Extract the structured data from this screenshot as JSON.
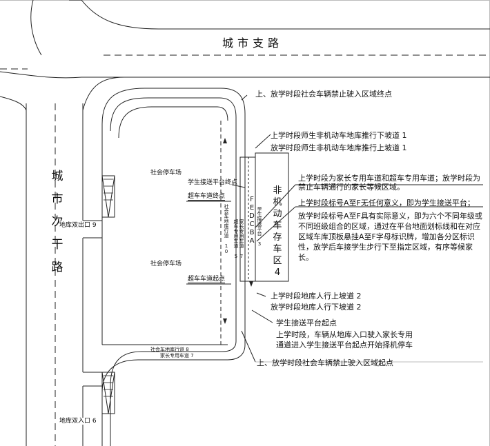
{
  "roads": {
    "branch": "城市支路",
    "secondary": "城市次干路"
  },
  "entrances": {
    "exit9": "地库双出口 9",
    "entry6": "地库双入口 6"
  },
  "parking": {
    "social_top": "社会停车场",
    "social_bottom": "社会停车场"
  },
  "lanes": {
    "overtake_end": "超车车道终点",
    "overtake_start": "超车车道起点",
    "lane_social_exit": "社会车地库行道 10",
    "lane_parent_entry": "社会车地库行道 8",
    "lane_parent_note": "家长专用车道 7",
    "lane_overtake_v": "社会车地库行道 10",
    "lane_parent_v": "超车专用车道 5",
    "lane_parent2_v": "家长专用车道 7",
    "platform_v": "学生接送平台 3"
  },
  "zone_letters": [
    "F",
    "E",
    "D",
    "C",
    "B",
    "A"
  ],
  "nonmotor_zone": "非机动车存车区 4",
  "annotations": {
    "social_ban_end": "上、放学时段社会车辆禁止驶入区域终点",
    "ramp_down_1": "上学时段师生非机动车地库推行下坡道 1",
    "ramp_up_1": "放学时段师生非机动车地库推行上坡道 1",
    "platform_end": "学生接送平台终点",
    "parent_lane_text": "上学时段为家长专用车道和超车专用车道；放学时段为禁止车辆通行的家长等候区域。",
    "letters_text": "上学时段标号A至F无任何意义，即为学生接送平台；",
    "after_school_text": "放学时段标号A至F具有实际意义，即为六个不同年级或不同班级组合的区域，通过在平台地面划标线和在对应区域车库顶板悬挂A至F字母标识牌，增加各分区标识性，放学后车接学生步行下至指定区域，有序等候家长。",
    "walk_up_2": "上学时段地库人行上坡道 2",
    "walk_down_2": "放学时段地库人行下坡道 2",
    "platform_start": "学生接送平台起点",
    "entry_text": "上学时段，车辆从地库入口驶入家长专用通道进入学生接送平台起点开始择机停车",
    "social_ban_start": "上、放学时段社会车辆禁止驶入区域起点"
  }
}
